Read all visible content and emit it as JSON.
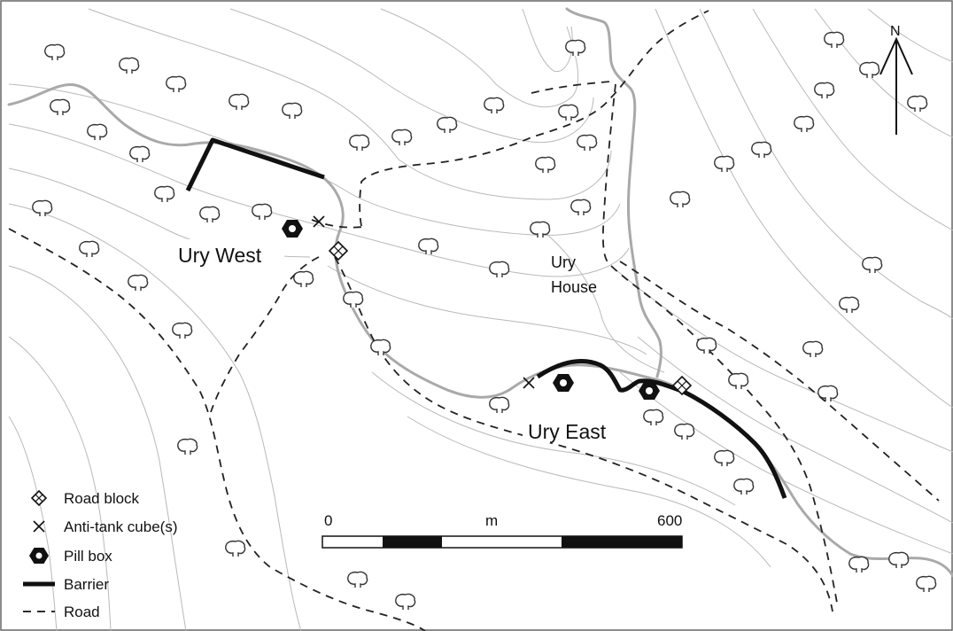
{
  "map": {
    "north_label": "N",
    "place_labels": {
      "ury_west": "Ury West",
      "ury_east": "Ury East",
      "ury_house_line1": "Ury",
      "ury_house_line2": "House"
    }
  },
  "scale_bar": {
    "start_label": "0",
    "unit_label": "m",
    "end_label": "600"
  },
  "legend": {
    "road_block": "Road block",
    "anti_tank": "Anti-tank cube(s)",
    "pill_box": "Pill box",
    "barrier": "Barrier",
    "road": "Road"
  },
  "colors": {
    "river": "#a9a9a9",
    "contour": "#b9b9b9",
    "barrier": "#111111",
    "road": "#222222"
  }
}
